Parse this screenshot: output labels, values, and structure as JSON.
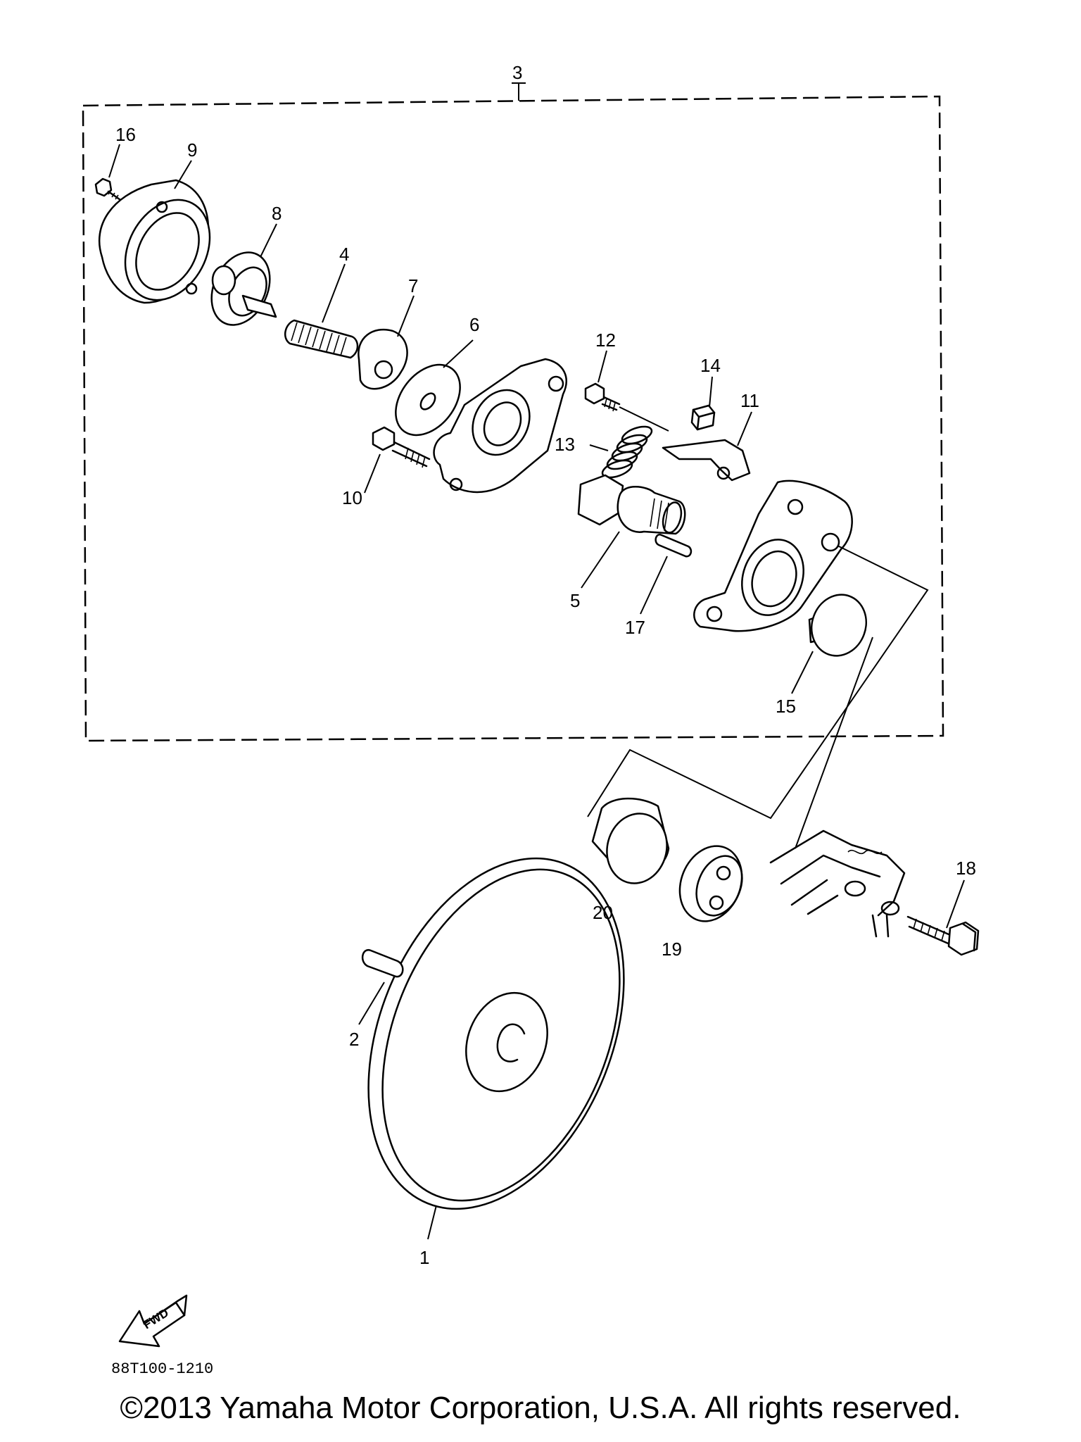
{
  "diagram": {
    "callouts": {
      "c1": "1",
      "c2": "2",
      "c3": "3",
      "c4": "4",
      "c5": "5",
      "c6": "6",
      "c7": "7",
      "c8": "8",
      "c9": "9",
      "c10": "10",
      "c11": "11",
      "c12": "12",
      "c13": "13",
      "c14": "14",
      "c15": "15",
      "c16": "16",
      "c17": "17",
      "c18": "18",
      "c19": "19",
      "c20": "20"
    },
    "fwd_label": "FWD",
    "drawing_code": "88T100-1210"
  },
  "footer": {
    "copyright": "©2013 Yamaha Motor Corporation, U.S.A. All rights reserved."
  }
}
